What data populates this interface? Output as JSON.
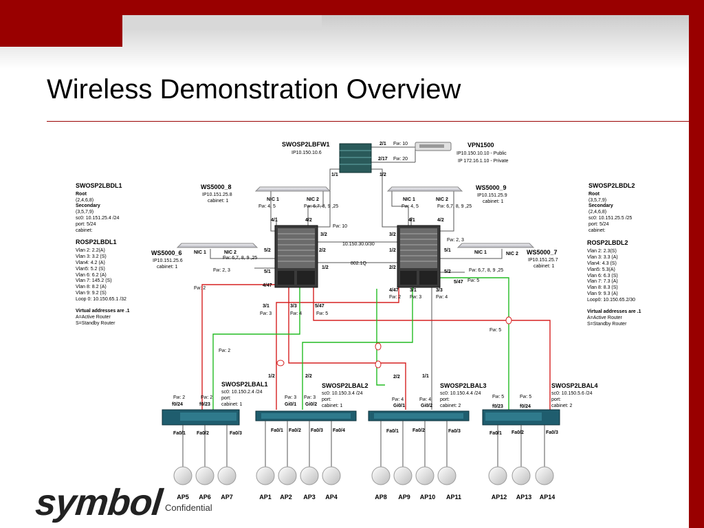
{
  "slide": {
    "title": "Wireless Demonstration Overview",
    "footer": "Confidential",
    "logo_text": "symbol",
    "colors": {
      "accent": "#990000",
      "link_red": "#d62020",
      "link_green": "#22bb22",
      "link_gray": "#555555"
    }
  },
  "firewall": {
    "name": "SWOSP2LBFW1",
    "ip": "IP10.150.10.6"
  },
  "vpn": {
    "name": "VPN1500",
    "ip_public": "IP10.150.10.10 - Public",
    "ip_private": "IP 172.16.1.10 - Private"
  },
  "left_info": {
    "router1_name": "SWOSP2LBDL1",
    "router1_lines": [
      "Root",
      "(2,4,6,8)",
      "Secondary",
      "(3,5,7,9)",
      "sc0: 10.151.25.4 /24",
      "port: 5/24",
      "cabinet:"
    ],
    "router2_name": "ROSP2LBDL1",
    "router2_lines": [
      "Vlan 2: 2.2(A)",
      "Vlan 3: 3.2 (S)",
      "Vlan4: 4.2 (A)",
      "Vlan5: 5.2 (S)",
      "Vlan 6: 6.2 (A)",
      "Vlan 7: 145.2 (S)",
      "Vlan 8: 8.2 (A)",
      "Vlan 9: 9.2 (S)",
      "Loop 0: 10.150.65.1 /32"
    ],
    "notes": [
      "Virtual addresses are .1",
      "A=Active Router",
      "S=Standby Router"
    ]
  },
  "right_info": {
    "router1_name": "SWOSP2LBDL2",
    "router1_lines": [
      "Root",
      "(3,5,7,9)",
      "Secondary",
      "(2,4,6,8)",
      "sc0: 10.151.25.5 /25",
      "port: 5/24",
      "cabinet:"
    ],
    "router2_name": "ROSP2LBDL2",
    "router2_lines": [
      "Vlan 2: 2.3(S)",
      "Vlan 3: 3.3 (A)",
      "Vlan4: 4.3 (S)",
      "Vlan5: 5.3(A)",
      "Vlan 6: 6.3 (S)",
      "Vlan 7: 7.3 (A)",
      "Vlan 8: 8.3 (S)",
      "Vlan 9: 9.3 (A)",
      "Loop0: 10.150.65.2/30"
    ],
    "notes": [
      "Virtual addresses are .1",
      "A=Active Router",
      "S=Standby Router"
    ]
  },
  "ws8": {
    "name": "WS5000_8",
    "ip": "IP10.151.25.8",
    "cabinet": "cabinet: 1",
    "nic1": "NIC 1",
    "nic2": "NIC 2",
    "fw1": "Fw: 4, 5",
    "fw2": "Fw: 6,7, 8, 9 ,25"
  },
  "ws9": {
    "name": "WS5000_9",
    "ip": "IP10.151.25.9",
    "cabinet": "cabinet: 1",
    "nic1": "NIC 1",
    "nic2": "NIC 2",
    "fw1": "Fw: 4, 5",
    "fw2": "Fw: 6,7, 8, 9 ,25"
  },
  "ws6": {
    "name": "WS5000_6",
    "ip": "IP10.151.25.6",
    "cabinet": "cabinet: 1",
    "nic1": "NIC 1",
    "nic2": "NIC 2",
    "fw2": "Fw: 6,7, 8, 9 ,25"
  },
  "ws7": {
    "name": "WS5000_7",
    "ip": "IP10.151.25.7",
    "cabinet": "cabinet: 1",
    "nic1": "NIC 1",
    "nic2": "NIC 2",
    "fw2": "Fw: 6,7, 8, 9 ,25"
  },
  "ports": {
    "p2_1": "2/1",
    "fw10a": "Fw: 10",
    "p2_17": "2/17",
    "fw20": "Fw: 20",
    "p1_1": "1/1",
    "p1_2": "1/2",
    "fw10b": "Fw: 10",
    "p4_1a": "4/1",
    "p4_2a": "4/2",
    "p4_1b": "4/1",
    "p4_2b": "4/2",
    "p3_2a": "3/2",
    "p3_2b": "3/2",
    "fw23": "Fw: 2, 3",
    "subnet": "10.150.30.0/30",
    "p5_2a": "5/2",
    "p2_2a": "2/2",
    "p1_2c": "1/2",
    "p5_1a": "5/1",
    "dot1q": "802.1Q",
    "p1_2d": "1/2",
    "p2_2b": "2/2",
    "p5_1b": "5/1",
    "p5_2b": "5/2",
    "fw23b": "Fw: 2, 3",
    "fw5a": "Fw: 5",
    "p5_47": "5/47",
    "p4_47a": "4/47",
    "p4_47b": "4/47",
    "fw2a": "Fw: 2",
    "fw2b": "Fw: 2",
    "p3_1a": "3/1",
    "p3_3a": "3/3",
    "p5_47b": "5/47",
    "fw3a": "Fw: 3",
    "fw4a": "Fw: 4",
    "fw5b": "Fw: 5",
    "p3_1b": "3/1",
    "p3_3b": "3/3",
    "fw3b": "Fw: 3",
    "fw4b": "Fw: 4",
    "fw5c": "Fw: 5",
    "fw2c": "Fw: 2",
    "p1_2e": "1/2",
    "p2_2c": "2/2",
    "p2_2d": "2/2",
    "p1_1b": "1/1"
  },
  "bal1": {
    "name": "SWOSP2LBAL1",
    "sc0": "sc0: 10.150.2.4 /24",
    "port": "port:",
    "cabinet": "cabinet: 1",
    "fwL": "Fw: 2",
    "fwR": "Fw: 2",
    "upL": "f0/24",
    "upR": "f0/23",
    "fa": [
      "Fa0/1",
      "Fa0/2",
      "Fa0/3"
    ],
    "aps": [
      "AP5",
      "AP6",
      "AP7"
    ]
  },
  "bal2": {
    "name": "SWOSP2LBAL2",
    "sc0": "sc0: 10.150.3.4 /24",
    "port": "port:",
    "cabinet": "cabinet: 1",
    "fwL": "Fw: 3",
    "fwR": "Fw: 3",
    "upL": "Gi0/1",
    "upR": "Gi0/2",
    "fa": [
      "Fa0/1",
      "Fa0/2",
      "Fa0/3",
      "Fa0/4"
    ],
    "aps": [
      "AP1",
      "AP2",
      "AP3",
      "AP4"
    ]
  },
  "bal3": {
    "name": "SWOSP2LBAL3",
    "sc0": "sc0: 10.150.4.4 /24",
    "port": "port:",
    "cabinet": "cabinet: 2",
    "fwL": "Fw: 4",
    "fwR": "Fw: 4",
    "upL": "Gi0/1",
    "upR": "Gi0/2",
    "fa": [
      "Fa0/1",
      "Fa0/2",
      "Fa0/3"
    ],
    "aps": [
      "AP8",
      "AP9",
      "AP10",
      "AP11"
    ]
  },
  "bal4": {
    "name": "SWOSP2LBAL4",
    "sc0": "sc0: 10.150.5.6 /24",
    "port": "port:",
    "cabinet": "cabinet: 2",
    "fwL": "Fw: 5",
    "fwR": "Fw: 5",
    "upL": "f0/23",
    "upR": "f0/24",
    "fa": [
      "Fa0/1",
      "Fa0/2",
      "Fa0/3"
    ],
    "aps": [
      "AP12",
      "AP13",
      "AP14"
    ]
  }
}
